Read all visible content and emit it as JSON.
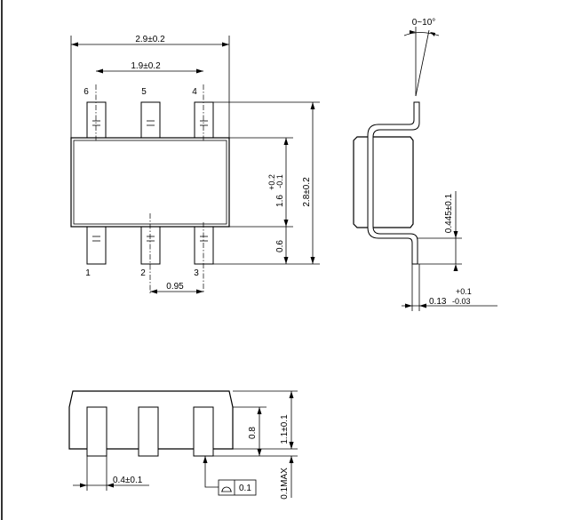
{
  "top_view": {
    "dim_width": "2.9±0.2",
    "dim_pitch_outer": "1.9±0.2",
    "dim_pitch": "0.95",
    "dim_body": "1.6",
    "dim_body_tol_plus": "+0.2",
    "dim_body_tol_minus": "-0.1",
    "dim_lead": "0.6",
    "dim_overall": "2.8±0.2",
    "pin_labels": [
      "1",
      "2",
      "3",
      "4",
      "5",
      "6"
    ]
  },
  "side_view": {
    "dim_angle": "0~10°",
    "dim_lead_length": "0.445±0.1",
    "dim_lead_thickness": "0.13",
    "dim_thickness_tol_plus": "+0.1",
    "dim_thickness_tol_minus": "-0.03"
  },
  "front_view": {
    "dim_body_height": "0.8",
    "dim_overall_height": "1.1±0.1",
    "dim_standoff": "0.1MAX",
    "dim_lead_width": "0.4±0.1",
    "flatness_value": "0.1"
  }
}
